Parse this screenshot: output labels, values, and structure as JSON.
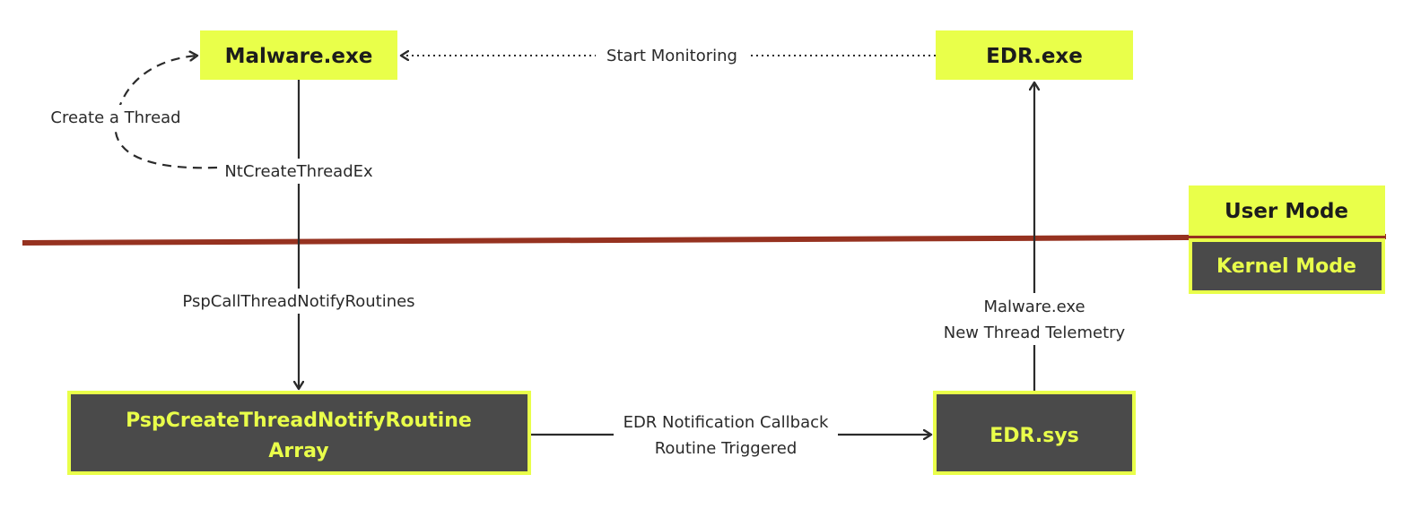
{
  "colors": {
    "light_fill": "#e9ff4a",
    "dark_fill": "#4a4a4a",
    "dark_border": "#e9ff4a",
    "boundary_line": "#963220",
    "arrow": "#2b2b2b",
    "text_dark": "#1c1c1c"
  },
  "nodes": {
    "malware": {
      "label": "Malware.exe"
    },
    "edr_exe": {
      "label": "EDR.exe"
    },
    "notify_array": {
      "line1": "PspCreateThreadNotifyRoutine",
      "line2": "Array"
    },
    "edr_sys": {
      "label": "EDR.sys"
    },
    "user_mode": {
      "label": "User Mode"
    },
    "kernel_mode": {
      "label": "Kernel Mode"
    }
  },
  "edges": {
    "start_monitoring": {
      "label": "Start Monitoring"
    },
    "create_thread": {
      "label": "Create a Thread"
    },
    "nt_create_thread": {
      "label": "NtCreateThreadEx"
    },
    "psp_call": {
      "label": "PspCallThreadNotifyRoutines"
    },
    "edr_callback": {
      "line1": "EDR Notification Callback",
      "line2": "Routine Triggered"
    },
    "telemetry": {
      "line1": "Malware.exe",
      "line2": "New Thread Telemetry"
    }
  }
}
